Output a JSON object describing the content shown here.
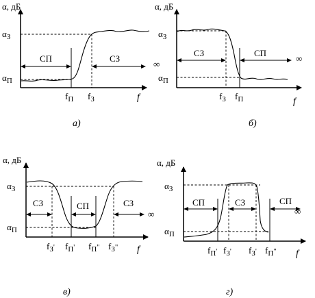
{
  "labels": {
    "y_axis": "α, дБ",
    "alpha_z": "α",
    "alpha_z_sub": "З",
    "alpha_p": "α",
    "alpha_p_sub": "П",
    "f_axis": "f",
    "infinity": "∞",
    "sp": "СП",
    "sz": "СЗ"
  },
  "panels": {
    "a": {
      "caption": "а)",
      "fp": "f",
      "fp_sub": "П",
      "fz": "f",
      "fz_sub": "З"
    },
    "b": {
      "caption": "б)",
      "fz": "f",
      "fz_sub": "З",
      "fp": "f",
      "fp_sub": "П"
    },
    "v": {
      "caption": "в)",
      "f1": "f",
      "f1_sub": "З",
      "f1_sup": "'",
      "f2": "f",
      "f2_sub": "П",
      "f2_sup": "'",
      "f3": "f",
      "f3_sub": "П",
      "f3_sup": "\"",
      "f4": "f",
      "f4_sub": "З",
      "f4_sup": "\""
    },
    "g": {
      "caption": "г)",
      "f1": "f",
      "f1_sub": "П",
      "f1_sup": "'",
      "f2": "f",
      "f2_sub": "З",
      "f2_sup": "'",
      "f3": "f",
      "f3_sub": "З",
      "f3_sup": "'",
      "f4": "f",
      "f4_sub": "П",
      "f4_sup": "\""
    }
  }
}
